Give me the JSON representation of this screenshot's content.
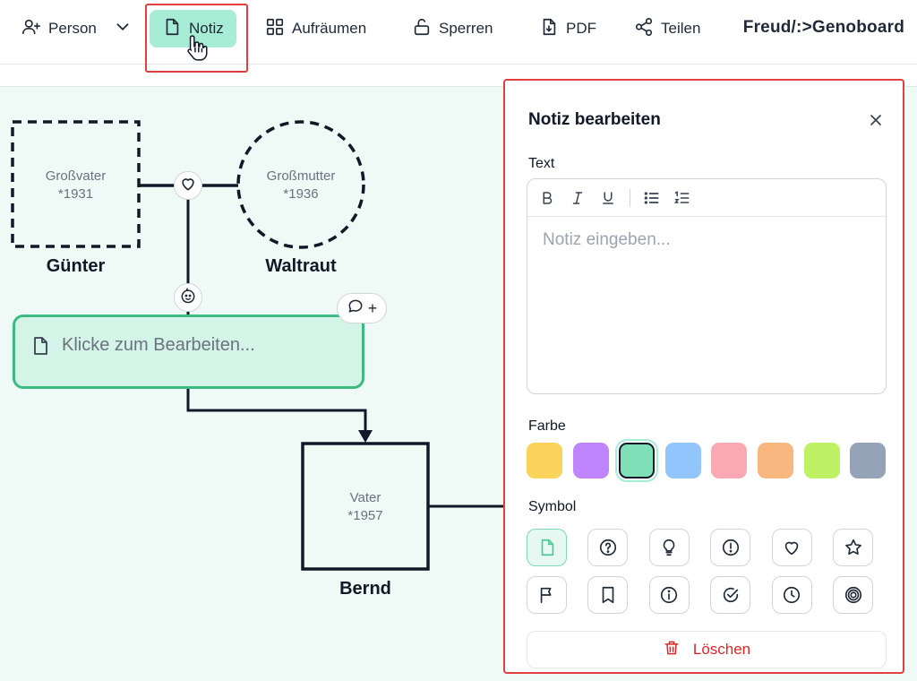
{
  "toolbar": {
    "person_label": "Person",
    "note_label": "Notiz",
    "cleanup_label": "Aufräumen",
    "lock_label": "Sperren",
    "pdf_label": "PDF",
    "share_label": "Teilen",
    "brand": "Freud/:>Genoboard"
  },
  "canvas": {
    "grandfather": {
      "role": "Großvater",
      "year": "*1931",
      "name": "Günter"
    },
    "grandmother": {
      "role": "Großmutter",
      "year": "*1936",
      "name": "Waltraut"
    },
    "father": {
      "role": "Vater",
      "year": "*1957",
      "name": "Bernd"
    },
    "note_card": {
      "placeholder": "Klicke zum Bearbeiten..."
    },
    "note_add_symbol": "+"
  },
  "panel": {
    "title": "Notiz bearbeiten",
    "text_label": "Text",
    "editor_placeholder": "Notiz eingeben...",
    "tools": [
      "B",
      "I",
      "U"
    ],
    "color_label": "Farbe",
    "colors": [
      "#fad35a",
      "#c084fc",
      "#7fe0b8",
      "#93c5fd",
      "#f9a8b4",
      "#f8b77e",
      "#bef264",
      "#94a3b8"
    ],
    "selected_color_index": 2,
    "symbol_label": "Symbol",
    "symbols_row1": [
      "note-icon",
      "question-icon",
      "lightbulb-icon",
      "alert-icon",
      "heart-icon",
      "star-icon"
    ],
    "symbols_row2": [
      "flag-icon",
      "bookmark-icon",
      "info-icon",
      "check-icon",
      "clock-icon",
      "target-icon"
    ],
    "delete_label": "Löschen"
  }
}
